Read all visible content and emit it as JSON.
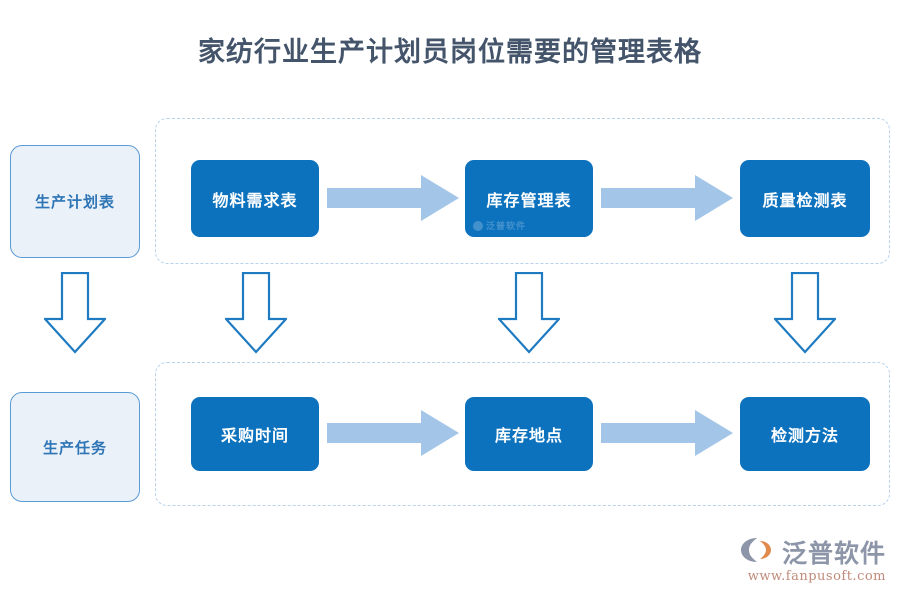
{
  "title": "家纺行业生产计划员岗位需要的管理表格",
  "stages": [
    {
      "label": "生产计划表",
      "name": "stage-box-production-plan"
    },
    {
      "label": "生产任务",
      "name": "stage-box-production-task"
    }
  ],
  "rows": [
    {
      "id": "top-row",
      "boxes": [
        {
          "label": "物料需求表"
        },
        {
          "label": "库存管理表"
        },
        {
          "label": "质量检测表"
        }
      ]
    },
    {
      "id": "bottom-row",
      "boxes": [
        {
          "label": "采购时间"
        },
        {
          "label": "库存地点"
        },
        {
          "label": "检测方法"
        }
      ]
    }
  ],
  "watermark": {
    "text": "泛普软件"
  },
  "brand": {
    "name": "泛普软件",
    "url": "www.fanpusoft.com"
  },
  "colors": {
    "title": "#44546A",
    "process_box_fill": "#0D72BE",
    "process_box_text": "#FFFFFF",
    "stage_box_fill": "#EAF1F9",
    "stage_box_border": "#5B9BD5",
    "stage_box_text": "#2E75B6",
    "horizontal_arrow": "#A3C6E8",
    "vertical_arrow_stroke": "#1E7BC1",
    "dashed_border": "#B8D2EC",
    "brand_name": "#8C96A8",
    "brand_url": "#C08A7A"
  }
}
